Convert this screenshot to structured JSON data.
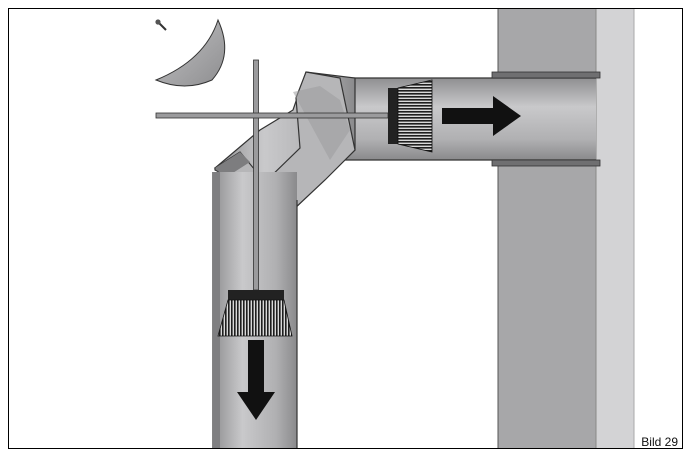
{
  "figure": {
    "caption": "Bild 29",
    "colors": {
      "frame": "#000000",
      "wall": "#a6a6a8",
      "wall_light": "#d2d2d4",
      "pipe": "#b4b4b6",
      "pipe_dark": "#8a8a8c",
      "pipe_shadow": "#7a7a7c",
      "brush": "#2a2a2a",
      "arrow": "#111111",
      "rod": "#8c8c8e",
      "cover": "#a9a9ab"
    },
    "parts": {
      "wall": "chimney-wall",
      "vertical_pipe": "vertical-flue-pipe",
      "elbow": "pipe-elbow",
      "horizontal_pipe": "horizontal-flue-pipe",
      "cleaning_cover": "cleaning-opening-cover",
      "screw": "cover-screw",
      "brush_down": "sweep-brush-vertical",
      "brush_right": "sweep-brush-horizontal",
      "rod_vertical": "brush-rod-vertical",
      "rod_horizontal": "brush-rod-horizontal",
      "arrow_down": "arrow-down-icon",
      "arrow_right": "arrow-right-icon"
    }
  }
}
